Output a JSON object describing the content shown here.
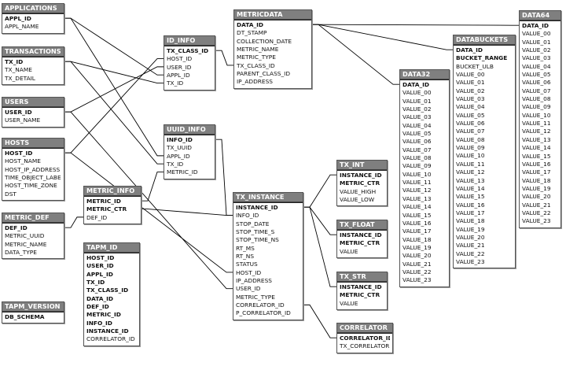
{
  "tables": {
    "applications": {
      "title": "APPLICATIONS",
      "fields": [
        "APPL_ID",
        "APPL_NAME"
      ],
      "pk": 1
    },
    "transactions": {
      "title": "TRANSACTIONS",
      "fields": [
        "TX_ID",
        "TX_NAME",
        "TX_DETAIL"
      ],
      "pk": 1
    },
    "users": {
      "title": "USERS",
      "fields": [
        "USER_ID",
        "USER_NAME"
      ],
      "pk": 1
    },
    "hosts": {
      "title": "HOSTS",
      "fields": [
        "HOST_ID",
        "HOST_NAME",
        "HOST_IP_ADDRESS",
        "TIME_OBJECT_LABEL",
        "HOST_TIME_ZONE",
        "DST"
      ],
      "pk": 1
    },
    "metric_def": {
      "title": "METRIC_DEF",
      "fields": [
        "DEF_ID",
        "METRIC_UUID",
        "METRIC_NAME",
        "DATA_TYPE"
      ],
      "pk": 1
    },
    "tapm_version": {
      "title": "TAPM_VERSION",
      "fields": [
        "DB_SCHEMA"
      ],
      "pk": 1
    },
    "id_info": {
      "title": "ID_INFO",
      "fields": [
        "TX_CLASS_ID",
        "HOST_ID",
        "USER_ID",
        "APPL_ID",
        "TX_ID"
      ],
      "pk": 1
    },
    "uuid_info": {
      "title": "UUID_INFO",
      "fields": [
        "INFO_ID",
        "TX_UUID",
        "APPL_ID",
        "TX_ID",
        "METRIC_ID"
      ],
      "pk": 1
    },
    "metric_info": {
      "title": "METRIC_INFO",
      "fields": [
        "METRIC_ID",
        "METRIC_CTR",
        "DEF_ID"
      ],
      "pk": 2
    },
    "tapm_id": {
      "title": "TAPM_ID",
      "fields": [
        "HOST_ID",
        "USER_ID",
        "APPL_ID",
        "TX_ID",
        "TX_CLASS_ID",
        "DATA_ID",
        "DEF_ID",
        "METRIC_ID",
        "INFO_ID",
        "INSTANCE_ID",
        "CORRELATOR_ID"
      ],
      "pk": 10
    },
    "metricdata": {
      "title": "METRICDATA",
      "fields": [
        "DATA_ID",
        "DT_STAMP",
        "COLLECTION_DATE",
        "METRIC_NAME",
        "METRIC_TYPE",
        "TX_CLASS_ID",
        "PARENT_CLASS_ID",
        "IP_ADDRESS"
      ],
      "pk": 1
    },
    "tx_instance": {
      "title": "TX_INSTANCE",
      "fields": [
        "INSTANCE_ID",
        "INFO_ID",
        "STOP_DATE",
        "STOP_TIME_S",
        "STOP_TIME_NS",
        "RT_MS",
        "RT_NS",
        "STATUS",
        "HOST_ID",
        "IP_ADDRESS",
        "USER_ID",
        "METRIC_TYPE",
        "CORRELATOR_ID",
        "P_CORRELATOR_ID"
      ],
      "pk": 1
    },
    "tx_int": {
      "title": "TX_INT",
      "fields": [
        "INSTANCE_ID",
        "METRIC_CTR",
        "VALUE_HIGH",
        "VALUE_LOW"
      ],
      "pk": 2
    },
    "tx_float": {
      "title": "TX_FLOAT",
      "fields": [
        "INSTANCE_ID",
        "METRIC_CTR",
        "VALUE"
      ],
      "pk": 2
    },
    "tx_str": {
      "title": "TX_STR",
      "fields": [
        "INSTANCE_ID",
        "METRIC_CTR",
        "VALUE"
      ],
      "pk": 2
    },
    "correlator": {
      "title": "CORRELATOR",
      "fields": [
        "CORRELATOR_ID",
        "TX_CORRELATOR"
      ],
      "pk": 1
    },
    "data32": {
      "title": "DATA32",
      "fields": [
        "DATA_ID",
        "VALUE_00",
        "VALUE_01",
        "VALUE_02",
        "VALUE_03",
        "VALUE_04",
        "VALUE_05",
        "VALUE_06",
        "VALUE_07",
        "VALUE_08",
        "VALUE_09",
        "VALUE_10",
        "VALUE_11",
        "VALUE_12",
        "VALUE_13",
        "VALUE_14",
        "VALUE_15",
        "VALUE_16",
        "VALUE_17",
        "VALUE_18",
        "VALUE_19",
        "VALUE_20",
        "VALUE_21",
        "VALUE_22",
        "VALUE_23"
      ],
      "pk": 1
    },
    "databuckets": {
      "title": "DATABUCKETS",
      "fields": [
        "DATA_ID",
        "BUCKET_RANGE",
        "BUCKET_ULB",
        "VALUE_00",
        "VALUE_01",
        "VALUE_02",
        "VALUE_03",
        "VALUE_04",
        "VALUE_05",
        "VALUE_06",
        "VALUE_07",
        "VALUE_08",
        "VALUE_09",
        "VALUE_10",
        "VALUE_11",
        "VALUE_12",
        "VALUE_13",
        "VALUE_14",
        "VALUE_15",
        "VALUE_16",
        "VALUE_17",
        "VALUE_18",
        "VALUE_19",
        "VALUE_20",
        "VALUE_21",
        "VALUE_22",
        "VALUE_23"
      ],
      "pk": 2
    },
    "data64": {
      "title": "DATA64",
      "fields": [
        "DATA_ID",
        "VALUE_00",
        "VALUE_01",
        "VALUE_02",
        "VALUE_03",
        "VALUE_04",
        "VALUE_05",
        "VALUE_06",
        "VALUE_07",
        "VALUE_08",
        "VALUE_09",
        "VALUE_10",
        "VALUE_11",
        "VALUE_12",
        "VALUE_13",
        "VALUE_14",
        "VALUE_15",
        "VALUE_16",
        "VALUE_17",
        "VALUE_18",
        "VALUE_19",
        "VALUE_20",
        "VALUE_21",
        "VALUE_22",
        "VALUE_23"
      ],
      "pk": 1
    }
  },
  "links": [
    {
      "from": "applications.APPL_ID",
      "to": "id_info.APPL_ID"
    },
    {
      "from": "applications.APPL_ID",
      "to": "uuid_info.APPL_ID"
    },
    {
      "from": "transactions.TX_ID",
      "to": "id_info.TX_ID"
    },
    {
      "from": "transactions.TX_ID",
      "to": "uuid_info.TX_ID"
    },
    {
      "from": "users.USER_ID",
      "to": "id_info.USER_ID"
    },
    {
      "from": "users.USER_ID",
      "to": "tx_instance.USER_ID"
    },
    {
      "from": "hosts.HOST_ID",
      "to": "id_info.HOST_ID"
    },
    {
      "from": "hosts.HOST_ID",
      "to": "tx_instance.HOST_ID"
    },
    {
      "from": "metric_def.DEF_ID",
      "to": "metric_info.DEF_ID"
    },
    {
      "from": "metric_info.METRIC_ID",
      "to": "uuid_info.METRIC_ID"
    },
    {
      "from": "metric_info.METRIC_CTR",
      "to": "tx_instance.INFO_ID"
    },
    {
      "from": "id_info.TX_CLASS_ID",
      "to": "metricdata.TX_CLASS_ID"
    },
    {
      "from": "uuid_info.INFO_ID",
      "to": "tx_instance.INFO_ID"
    },
    {
      "from": "metricdata.DATA_ID",
      "to": "data32.DATA_ID"
    },
    {
      "from": "metricdata.DATA_ID",
      "to": "databuckets.DATA_ID"
    },
    {
      "from": "metricdata.DATA_ID",
      "to": "data64.DATA_ID"
    },
    {
      "from": "tx_instance.INSTANCE_ID",
      "to": "tx_int.INSTANCE_ID"
    },
    {
      "from": "tx_instance.INSTANCE_ID",
      "to": "tx_float.INSTANCE_ID"
    },
    {
      "from": "tx_instance.INSTANCE_ID",
      "to": "tx_str.INSTANCE_ID"
    },
    {
      "from": "tx_instance.CORRELATOR_ID",
      "to": "correlator.CORRELATOR_ID"
    }
  ]
}
